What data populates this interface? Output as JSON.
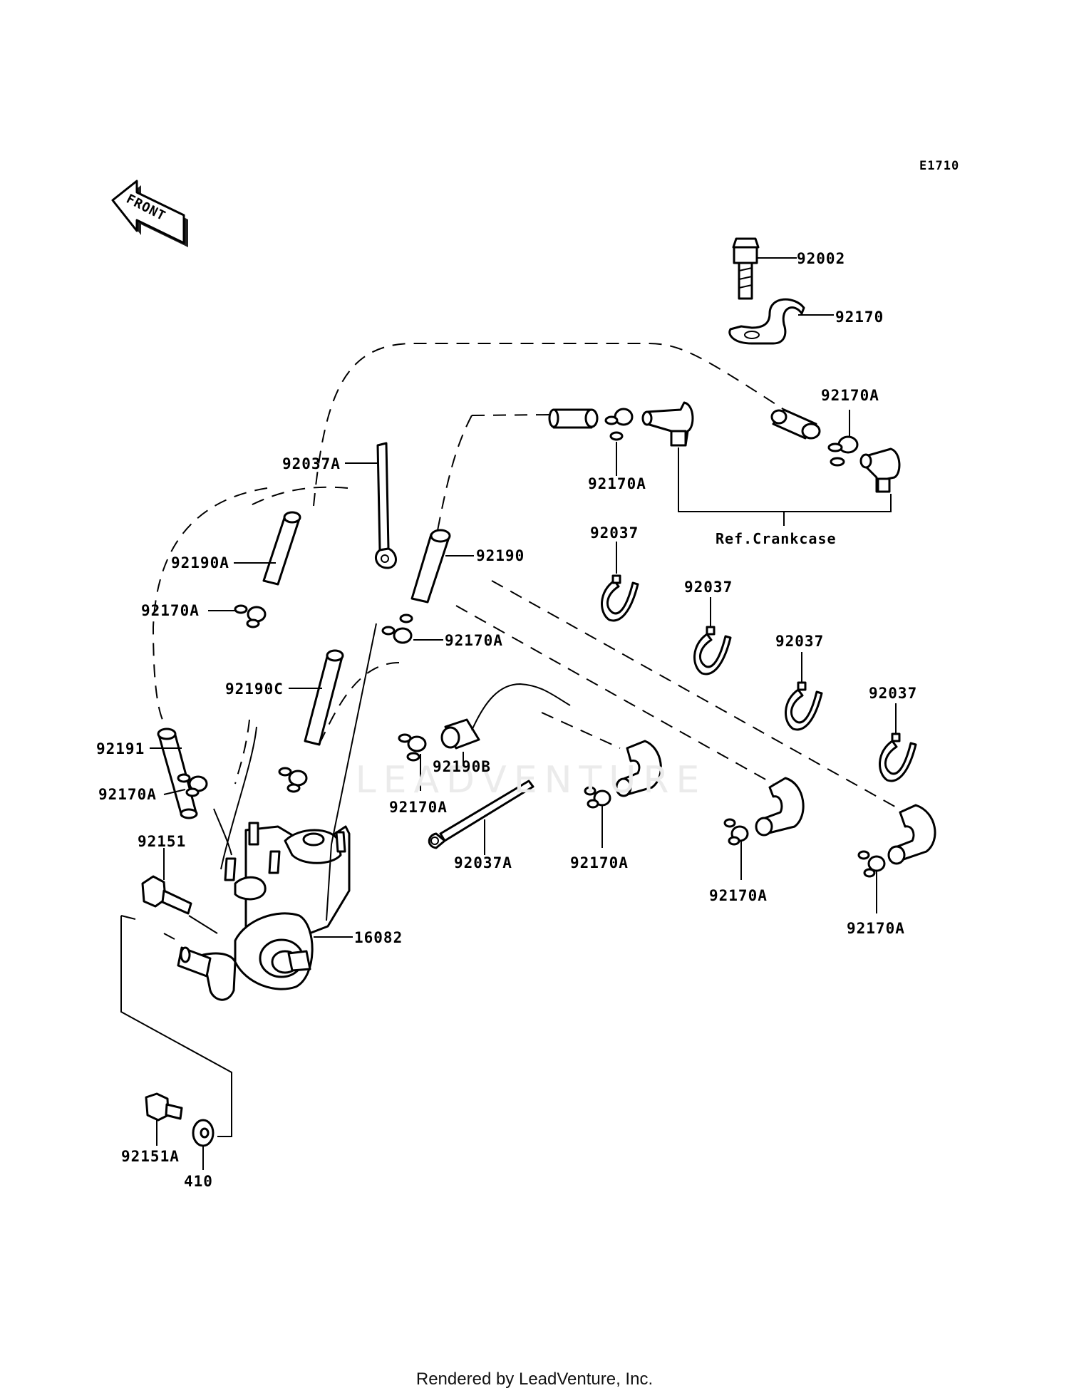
{
  "diagram_code": "E1710",
  "front_marker": "FRONT",
  "reference_note": "Ref.Crankcase",
  "watermark": "LEADVENTURE",
  "footer": "Rendered by LeadVenture, Inc.",
  "labels": {
    "l92002": "92002",
    "l92170": "92170",
    "l92170A_tr": "92170A",
    "l92170A_top": "92170A",
    "l92037A_top": "92037A",
    "l92190A": "92190A",
    "l92190": "92190",
    "l92170A_left1": "92170A",
    "l92170A_mid": "92170A",
    "l92190C": "92190C",
    "l92191": "92191",
    "l92170A_left2": "92170A",
    "l92151": "92151",
    "l92190B": "92190B",
    "l92170A_c": "92170A",
    "l92037A_bot": "92037A",
    "l92170A_b1": "92170A",
    "l92170A_b2": "92170A",
    "l92170A_b3": "92170A",
    "l16082": "16082",
    "l92037_1": "92037",
    "l92037_2": "92037",
    "l92037_3": "92037",
    "l92037_4": "92037",
    "l92151A": "92151A",
    "l410": "410"
  }
}
